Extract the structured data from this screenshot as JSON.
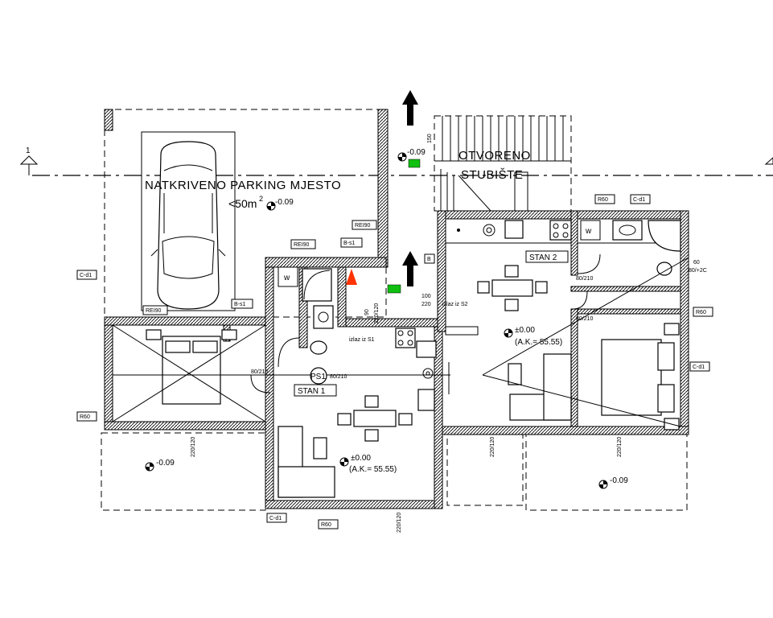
{
  "section_marker": {
    "label": "1"
  },
  "title": {
    "line1": "NATKRIVENO PARKING MJESTO",
    "area": "<50m",
    "area_sup": "2"
  },
  "stairs": {
    "line1": "OTVORENO",
    "line2": "STUBIŠTE"
  },
  "units": {
    "stan1": {
      "label": "STAN 1",
      "code": "PS1",
      "level": "±0.00",
      "ak": "(A.K.= 55.55)"
    },
    "stan2": {
      "label": "STAN 2",
      "level": "±0.00",
      "ak": "(A.K.= 55.55)"
    }
  },
  "levels": {
    "parking": "-0.09",
    "entry": "-0.09",
    "terrace_left": "-0.09",
    "terrace_right": "-0.09"
  },
  "exits": {
    "s1": "izlaz iz S1",
    "s2": "izlaz iz S2"
  },
  "tags": {
    "rei90_a": "REI90",
    "rei90_b": "REI90",
    "rei90_c": "REI90",
    "bs1_a": "B-s1",
    "bs1_b": "B-s1",
    "r60_a": "R60",
    "r60_b": "R60",
    "r60_c": "R60",
    "r60_d": "R60",
    "cd1_a": "C-d1",
    "cd1_b": "C-d1",
    "cd1_c": "C-d1",
    "cd1_d": "C-d1",
    "b": "B"
  },
  "dims": {
    "d1": "80/210",
    "d2": "80/210",
    "d3": "80/210",
    "d4": "80/210",
    "w1": "220/120",
    "w2": "220/120",
    "w3": "220/120",
    "w4": "220/120",
    "w5": "220/120",
    "w6": "80/+2C",
    "d150": "150",
    "d100": "100",
    "d220": "220",
    "d60": "60",
    "d90": "90"
  },
  "fixtures": {
    "wm1": "w",
    "wm2": "w"
  },
  "colors": {
    "exit_sign": "#10c010",
    "fire_marker": "#ff3300",
    "lines": "#000000"
  }
}
